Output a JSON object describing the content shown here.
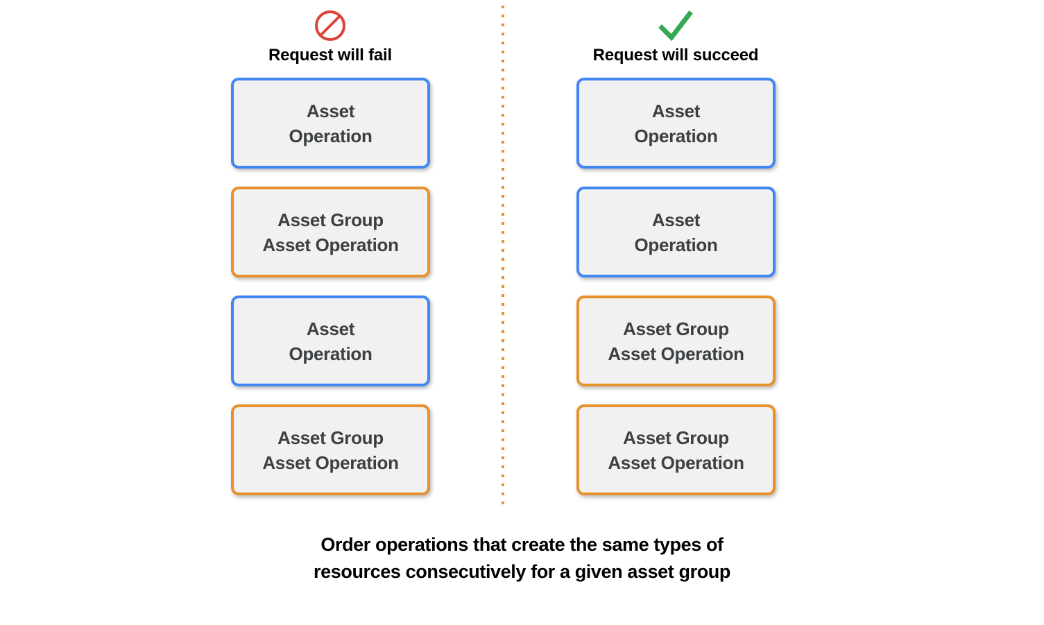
{
  "theme": {
    "background": "#ffffff",
    "box_fill": "#f1f1f1",
    "blue": "#4285f4",
    "orange": "#e8912a",
    "red": "#db4437",
    "green": "#34a853",
    "text_dark": "#3c4043",
    "text_black": "#000000"
  },
  "divider": {
    "style": "dotted",
    "color": "#e8912a"
  },
  "columns": [
    {
      "id": "fail",
      "icon": "prohibition-icon",
      "icon_color": "#db4437",
      "heading": "Request will fail",
      "boxes": [
        {
          "label": "Asset\nOperation",
          "type": "asset",
          "color": "#4285f4"
        },
        {
          "label": "Asset Group\nAsset Operation",
          "type": "asset-group",
          "color": "#e8912a"
        },
        {
          "label": "Asset\nOperation",
          "type": "asset",
          "color": "#4285f4"
        },
        {
          "label": "Asset Group\nAsset Operation",
          "type": "asset-group",
          "color": "#e8912a"
        }
      ]
    },
    {
      "id": "succeed",
      "icon": "checkmark-icon",
      "icon_color": "#34a853",
      "heading": "Request will succeed",
      "boxes": [
        {
          "label": "Asset\nOperation",
          "type": "asset",
          "color": "#4285f4"
        },
        {
          "label": "Asset\nOperation",
          "type": "asset",
          "color": "#4285f4"
        },
        {
          "label": "Asset Group\nAsset Operation",
          "type": "asset-group",
          "color": "#e8912a"
        },
        {
          "label": "Asset Group\nAsset Operation",
          "type": "asset-group",
          "color": "#e8912a"
        }
      ]
    }
  ],
  "caption": "Order operations that create the same types of\nresources consecutively for a given asset group"
}
